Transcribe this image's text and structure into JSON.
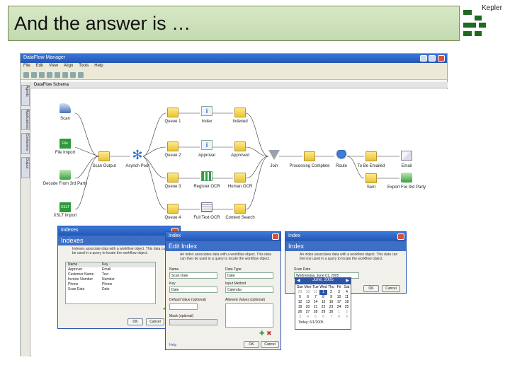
{
  "slide": {
    "title": "And the answer is …",
    "logo_text": "Kepler"
  },
  "app": {
    "title": "DataFlow Manager",
    "menu": [
      "File",
      "Edit",
      "View",
      "Align",
      "Tools",
      "Help"
    ],
    "tab_title": "DataFlow Schema",
    "side_tabs": [
      "Agents",
      "Applications",
      "Containers",
      "Output"
    ]
  },
  "flow": {
    "nodes": [
      {
        "id": "scan",
        "label": "Scan",
        "icon": "scanner-icon"
      },
      {
        "id": "file_import",
        "label": "File Import",
        "icon": "file-icon",
        "icon_text": "File"
      },
      {
        "id": "decode",
        "label": "Decode From 3rd Party",
        "icon": "import-icon"
      },
      {
        "id": "xslt_import",
        "label": "XSLT Import",
        "icon": "xslt-icon",
        "icon_text": "XSLT"
      },
      {
        "id": "scan_output",
        "label": "Scan Output",
        "icon": "folder-icon"
      },
      {
        "id": "asynch",
        "label": "Asynch Pool",
        "icon": "asterisk-icon"
      },
      {
        "id": "queue1",
        "label": "Queue 1",
        "icon": "folder-icon"
      },
      {
        "id": "queue2",
        "label": "Queue 2",
        "icon": "folder-icon"
      },
      {
        "id": "queue3",
        "label": "Queue 3",
        "icon": "folder-icon"
      },
      {
        "id": "queue4",
        "label": "Queue 4",
        "icon": "folder-icon"
      },
      {
        "id": "index",
        "label": "Index",
        "icon": "info-icon"
      },
      {
        "id": "approval",
        "label": "Approval",
        "icon": "info-icon"
      },
      {
        "id": "register_ocr",
        "label": "Register OCR",
        "icon": "grid-icon"
      },
      {
        "id": "fulltext_ocr",
        "label": "Full Text OCR",
        "icon": "document-icon"
      },
      {
        "id": "indexed",
        "label": "Indexed",
        "icon": "folder-icon"
      },
      {
        "id": "approved",
        "label": "Approved",
        "icon": "folder-icon"
      },
      {
        "id": "human_ocr",
        "label": "Human OCR",
        "icon": "folder-icon"
      },
      {
        "id": "context_search",
        "label": "Context Search",
        "icon": "folder-icon"
      },
      {
        "id": "join",
        "label": "Join",
        "icon": "funnel-icon"
      },
      {
        "id": "processing",
        "label": "Processing Complete",
        "icon": "folder-icon"
      },
      {
        "id": "route",
        "label": "Route",
        "icon": "route-icon"
      },
      {
        "id": "to_be_emailed",
        "label": "To Be Emailed",
        "icon": "folder-icon"
      },
      {
        "id": "sent",
        "label": "Sent",
        "icon": "folder-icon"
      },
      {
        "id": "email",
        "label": "Email",
        "icon": "envelope-icon"
      },
      {
        "id": "export",
        "label": "Export For 3rd Party",
        "icon": "export-icon"
      }
    ]
  },
  "indexes_dialog": {
    "title": "Indexes",
    "header": "Indexes",
    "desc": "Indexes associate data with a workflow object. This data can then be used in a query to locate the workflow object.",
    "columns": [
      "Name",
      "Key"
    ],
    "rows": [
      [
        "Approver",
        "Email"
      ],
      [
        "Customer Name",
        "Text"
      ],
      [
        "Invoice Number",
        "Number"
      ],
      [
        "Phone",
        "Phone"
      ],
      [
        "Scan Date",
        "Date"
      ]
    ],
    "ok": "OK",
    "cancel": "Cancel"
  },
  "edit_index_dialog": {
    "title": "Index",
    "header": "Edit Index",
    "desc": "An index associates data with a workflow object. This data can then be used in a query to locate the workflow object.",
    "name_label": "Name",
    "name_value": "Scan Date",
    "type_label": "Data Type",
    "type_value": "Date",
    "key_label": "Key",
    "key_value": "Date",
    "input_label": "Input Method",
    "input_value": "Calendar",
    "default_label": "Default Value (optional)",
    "allowed_label": "Allowed Values (optional)",
    "mask_label": "Mask (optional)",
    "help": "Help",
    "ok": "OK",
    "cancel": "Cancel"
  },
  "index_dialog": {
    "title": "Index",
    "header": "Index",
    "desc": "An index associates data with a workflow object. This data can then be used in a query to locate the workflow object.",
    "field_label": "Scan Date",
    "field_value": "Wednesday, June 01, 2005",
    "month": "June, 2005",
    "days": [
      "Sun",
      "Mon",
      "Tue",
      "Wed",
      "Thu",
      "Fri",
      "Sat"
    ],
    "dates": [
      "29",
      "30",
      "31",
      "1",
      "2",
      "3",
      "4",
      "5",
      "6",
      "7",
      "8",
      "9",
      "10",
      "11",
      "12",
      "13",
      "14",
      "15",
      "16",
      "17",
      "18",
      "19",
      "20",
      "21",
      "22",
      "23",
      "24",
      "25",
      "26",
      "27",
      "28",
      "29",
      "30",
      "1",
      "2",
      "3",
      "4",
      "5",
      "6",
      "7",
      "8",
      "9"
    ],
    "today": "Today: 6/1/2005",
    "ok": "OK",
    "cancel": "Cancel"
  }
}
